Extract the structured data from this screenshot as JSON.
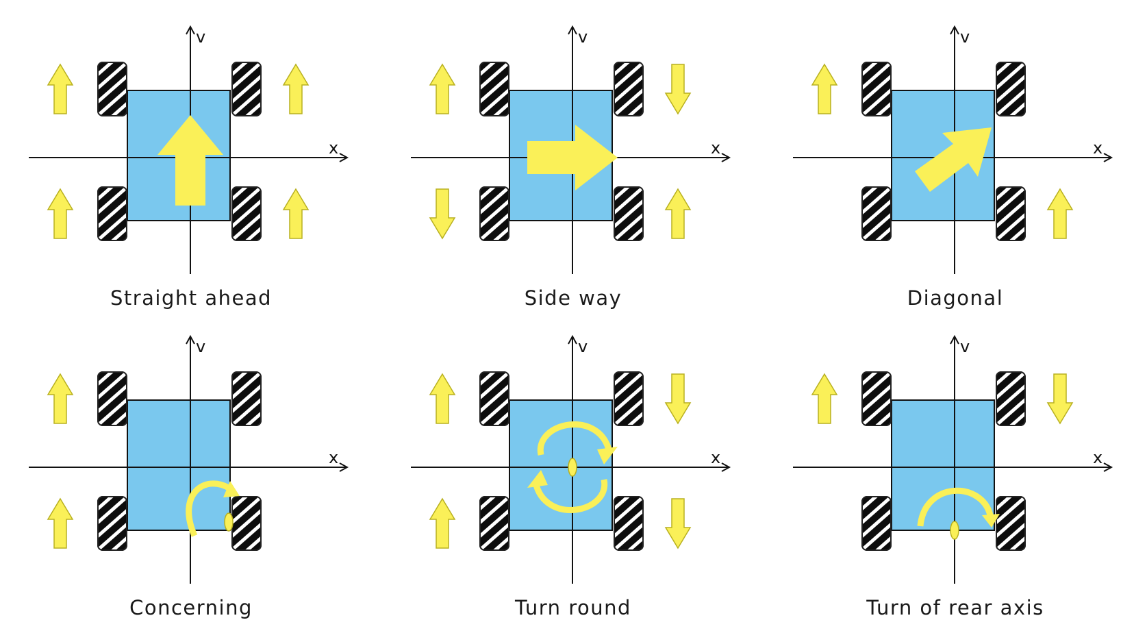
{
  "colors": {
    "chassis": "#7ac8ee",
    "arrow": "#faf058",
    "arrow_outline": "#b8b020",
    "line": "#111111",
    "wheel_fill": "#0d0d0d",
    "wheel_stripe": "#ffffff"
  },
  "axes": {
    "x_label": "x",
    "y_label": "v"
  },
  "panels": [
    {
      "caption": "Straight ahead",
      "wheels": [
        "up",
        "up",
        "up",
        "up"
      ],
      "center": "arrow-up",
      "pivot": "none"
    },
    {
      "caption": "Side way",
      "wheels": [
        "up",
        "down",
        "down",
        "up"
      ],
      "center": "arrow-right",
      "pivot": "none"
    },
    {
      "caption": "Diagonal",
      "wheels": [
        "up",
        "none",
        "none",
        "up"
      ],
      "center": "arrow-diagonal",
      "pivot": "none"
    },
    {
      "caption": "Concerning",
      "wheels": [
        "up",
        "none",
        "up",
        "none"
      ],
      "center": "arc-corner",
      "pivot": "rear-right-wheel"
    },
    {
      "caption": "Turn round",
      "wheels": [
        "up",
        "down",
        "up",
        "down"
      ],
      "center": "rotate-both",
      "pivot": "center"
    },
    {
      "caption": "Turn of rear axis",
      "wheels": [
        "up",
        "down",
        "none",
        "none"
      ],
      "center": "arc-rear",
      "pivot": "rear-axis-center"
    }
  ]
}
